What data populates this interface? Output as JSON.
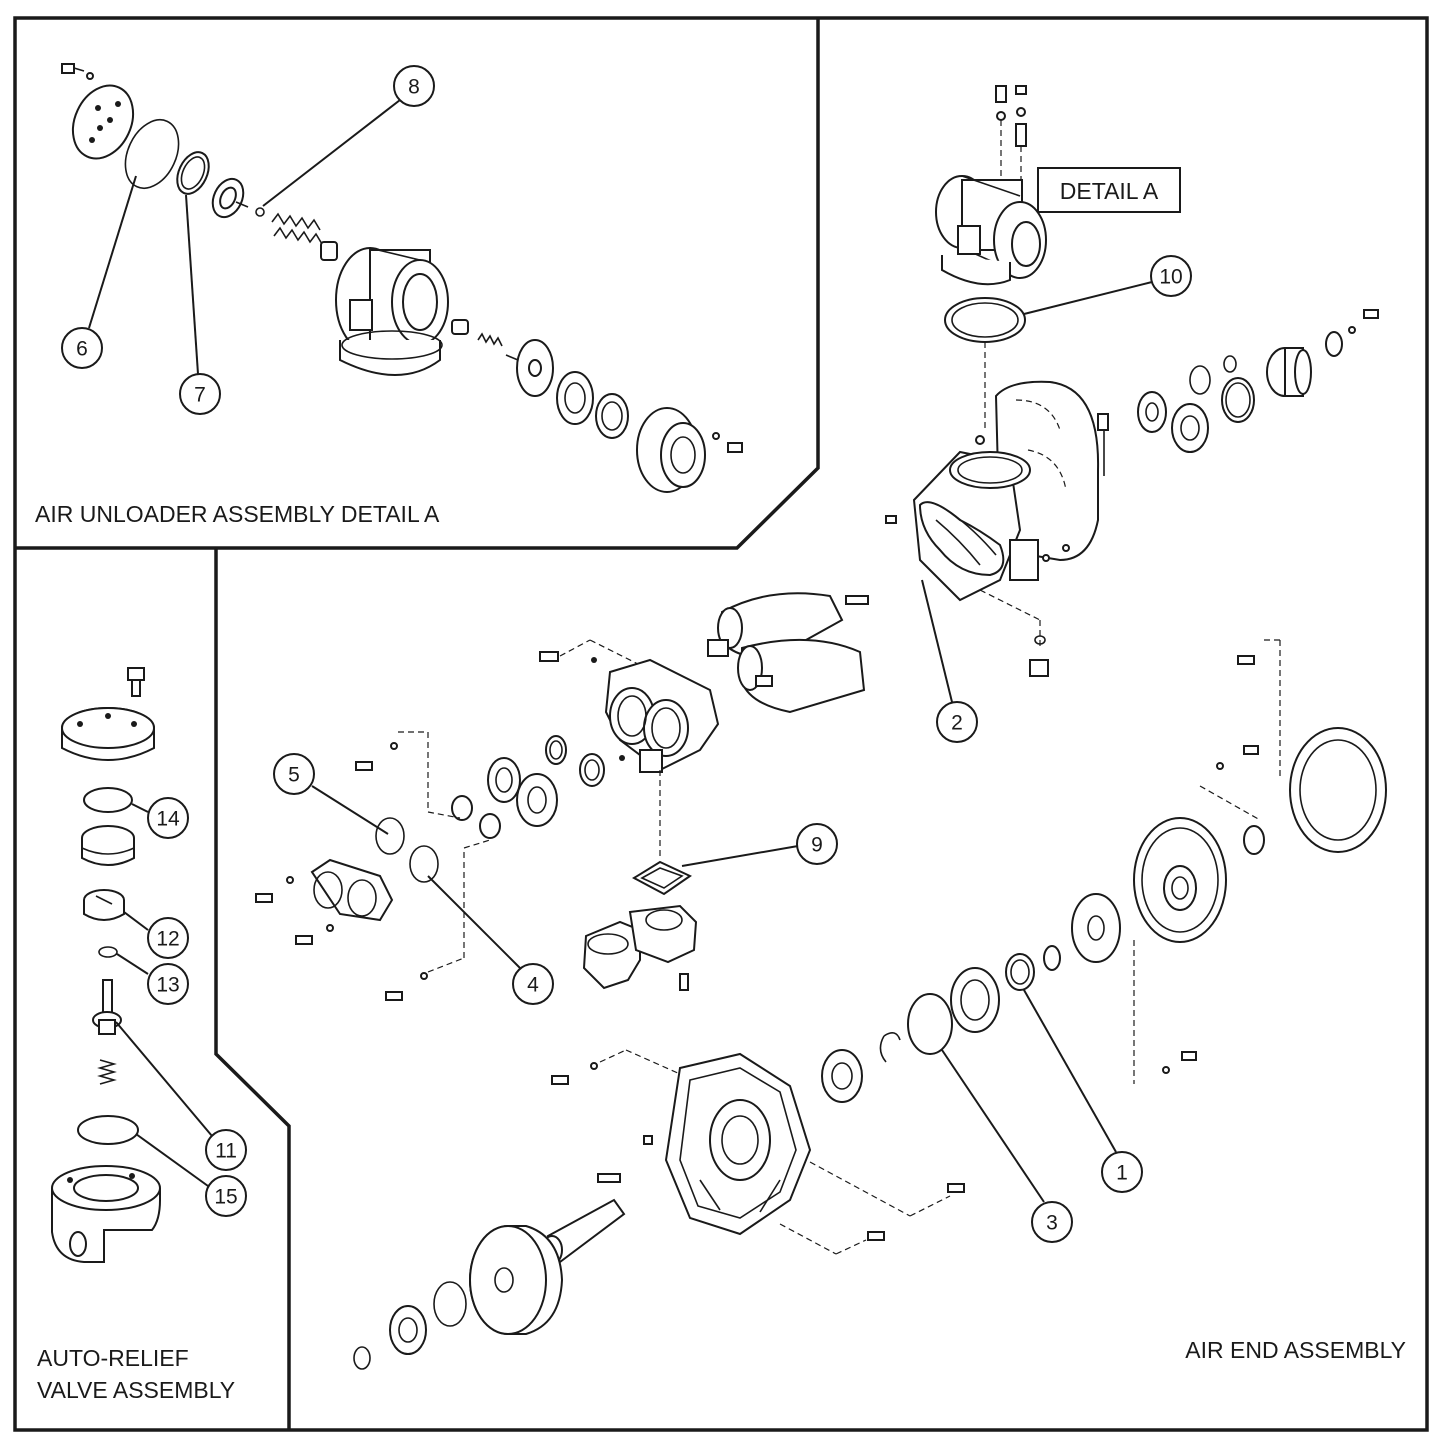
{
  "panels": {
    "air_unloader": {
      "title": "AIR UNLOADER ASSEMBLY DETAIL A"
    },
    "auto_relief": {
      "title_line1": "AUTO-RELIEF",
      "title_line2": "VALVE ASSEMBLY"
    },
    "air_end": {
      "title": "AIR END ASSEMBLY",
      "detail_label": "DETAIL A"
    }
  },
  "callouts": {
    "c1": "1",
    "c2": "2",
    "c3": "3",
    "c4": "4",
    "c5": "5",
    "c6": "6",
    "c7": "7",
    "c8": "8",
    "c9": "9",
    "c10": "10",
    "c11": "11",
    "c12": "12",
    "c13": "13",
    "c14": "14",
    "c15": "15"
  },
  "colors": {
    "line": "#1a1a1a",
    "background": "#ffffff"
  }
}
